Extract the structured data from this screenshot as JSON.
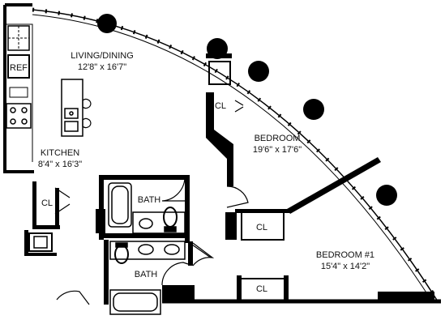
{
  "rooms": {
    "living": {
      "name": "LIVING/DINING",
      "size": "12'8\" x 16'7\""
    },
    "kitchen": {
      "name": "KITCHEN",
      "size": "8'4\" x 16'3\""
    },
    "bedroom": {
      "name": "BEDROOM",
      "size": "19'6\" x 17'6\""
    },
    "bedroom1": {
      "name": "BEDROOM #1",
      "size": "15'4\" x 14'2\""
    }
  },
  "labels": {
    "ref": "REF",
    "bath": "BATH",
    "closet": "CL"
  }
}
